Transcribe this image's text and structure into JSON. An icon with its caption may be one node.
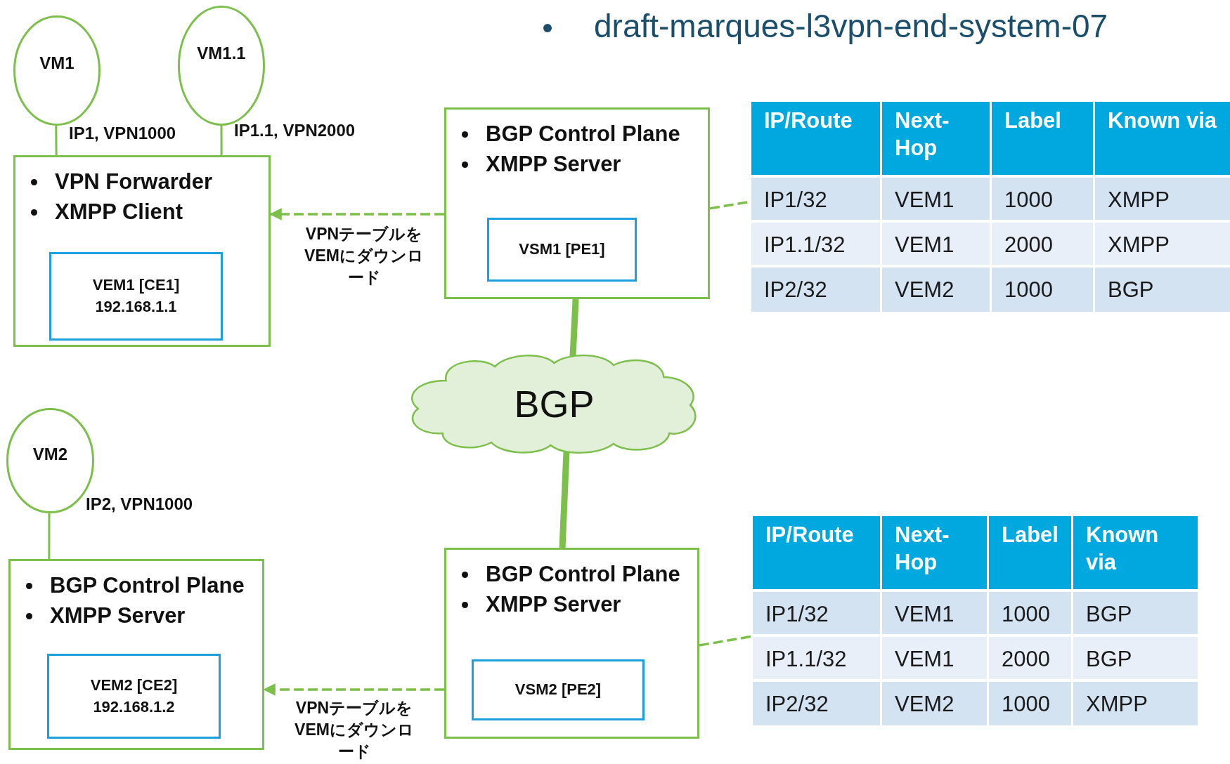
{
  "diagram": {
    "title": "draft-marques-l3vpn-end-system-07",
    "nodes": [
      {
        "text": [
          "VM1"
        ],
        "beside": [
          "IP1, VPN1000"
        ]
      },
      {
        "text": [
          "VM1.1"
        ],
        "beside": [
          "IP1.1, VPN2000"
        ]
      },
      {
        "text": [
          "VPN Forwarder",
          "XMPP Client"
        ]
      },
      {
        "text": [
          "VEM1 [CE1] 192.168.1.1"
        ],
        "in": 2
      },
      {
        "text": [
          "BGP Control Plane",
          "XMPP Server"
        ]
      },
      {
        "text": [
          "VSM1 [PE1]"
        ],
        "in": 4
      },
      {
        "text": [
          "BGP"
        ]
      },
      {
        "text": [],
        "shape": "table"
      },
      {
        "text": [
          "VM2"
        ],
        "beside": [
          "IP2, VPN1000"
        ]
      },
      {
        "text": [
          "BGP Control Plane",
          "XMPP Server"
        ]
      },
      {
        "text": [
          "VEM2 [CE2] 192.168.1.2"
        ],
        "in": 9
      },
      {
        "text": [
          "BGP Control Plane",
          "XMPP Server"
        ]
      },
      {
        "text": [
          "VSM2 [PE2]"
        ],
        "in": 11
      },
      {
        "text": [],
        "shape": "table"
      }
    ],
    "edges": [
      {
        "from": 0,
        "to": 2,
        "arrow": "none"
      },
      {
        "from": 1,
        "to": 2,
        "arrow": "none"
      },
      {
        "from": 4,
        "to": 2,
        "arrow": "to",
        "style": "dashed",
        "label": "VPNテーブルをVEMにダウンロード"
      },
      {
        "from": 4,
        "to": 7,
        "arrow": "none",
        "style": "dashed"
      },
      {
        "from": 4,
        "to": 6,
        "arrow": "none",
        "style": "thick"
      },
      {
        "from": 6,
        "to": 11,
        "arrow": "none",
        "style": "thick"
      },
      {
        "from": 8,
        "to": 9,
        "arrow": "none"
      },
      {
        "from": 11,
        "to": 9,
        "arrow": "to",
        "style": "dashed",
        "label": "VPNテーブルをVEMにダウンロード"
      },
      {
        "from": 11,
        "to": 13,
        "arrow": "none",
        "style": "dashed"
      }
    ],
    "labels": [
      "IP/Route",
      "Next-Hop",
      "Label",
      "Known via",
      "IP1/32",
      "VEM1",
      "1000",
      "XMPP",
      "IP1.1/32",
      "VEM1",
      "2000",
      "XMPP",
      "IP2/32",
      "VEM2",
      "1000",
      "BGP",
      "IP/Route",
      "Next-Hop",
      "Label",
      "Known via",
      "IP1/32",
      "VEM1",
      "1000",
      "BGP",
      "IP1.1/32",
      "VEM1",
      "2000",
      "BGP",
      "IP2/32",
      "VEM2",
      "1000",
      "XMPP"
    ]
  }
}
